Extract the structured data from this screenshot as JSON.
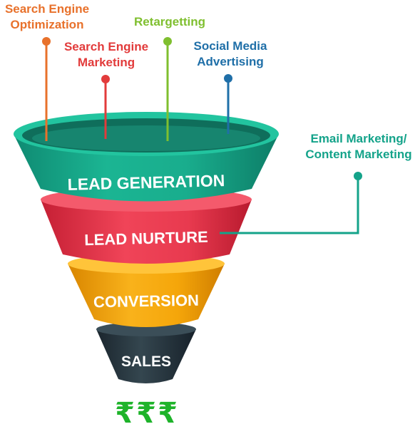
{
  "channels": [
    {
      "line1": "Search Engine",
      "line2": "Optimization",
      "color": "#e8712b"
    },
    {
      "line1": "Search Engine",
      "line2": "Marketing",
      "color": "#e23b3b"
    },
    {
      "line1": "Retargetting",
      "line2": "",
      "color": "#7fbf2f"
    },
    {
      "line1": "Social Media",
      "line2": "Advertising",
      "color": "#1f6fa8"
    },
    {
      "line1": "Email Marketing/",
      "line2": "Content Marketing",
      "color": "#14a38a"
    }
  ],
  "stages": [
    {
      "label": "LEAD GENERATION",
      "color": "#19a88a"
    },
    {
      "label": "LEAD NURTURE",
      "color": "#e8384d"
    },
    {
      "label": "CONVERSION",
      "color": "#f3a100"
    },
    {
      "label": "SALES",
      "color": "#2b3a44"
    }
  ],
  "currency": {
    "symbols": [
      "₹",
      "₹",
      "₹"
    ],
    "color": "#1eb32a"
  }
}
